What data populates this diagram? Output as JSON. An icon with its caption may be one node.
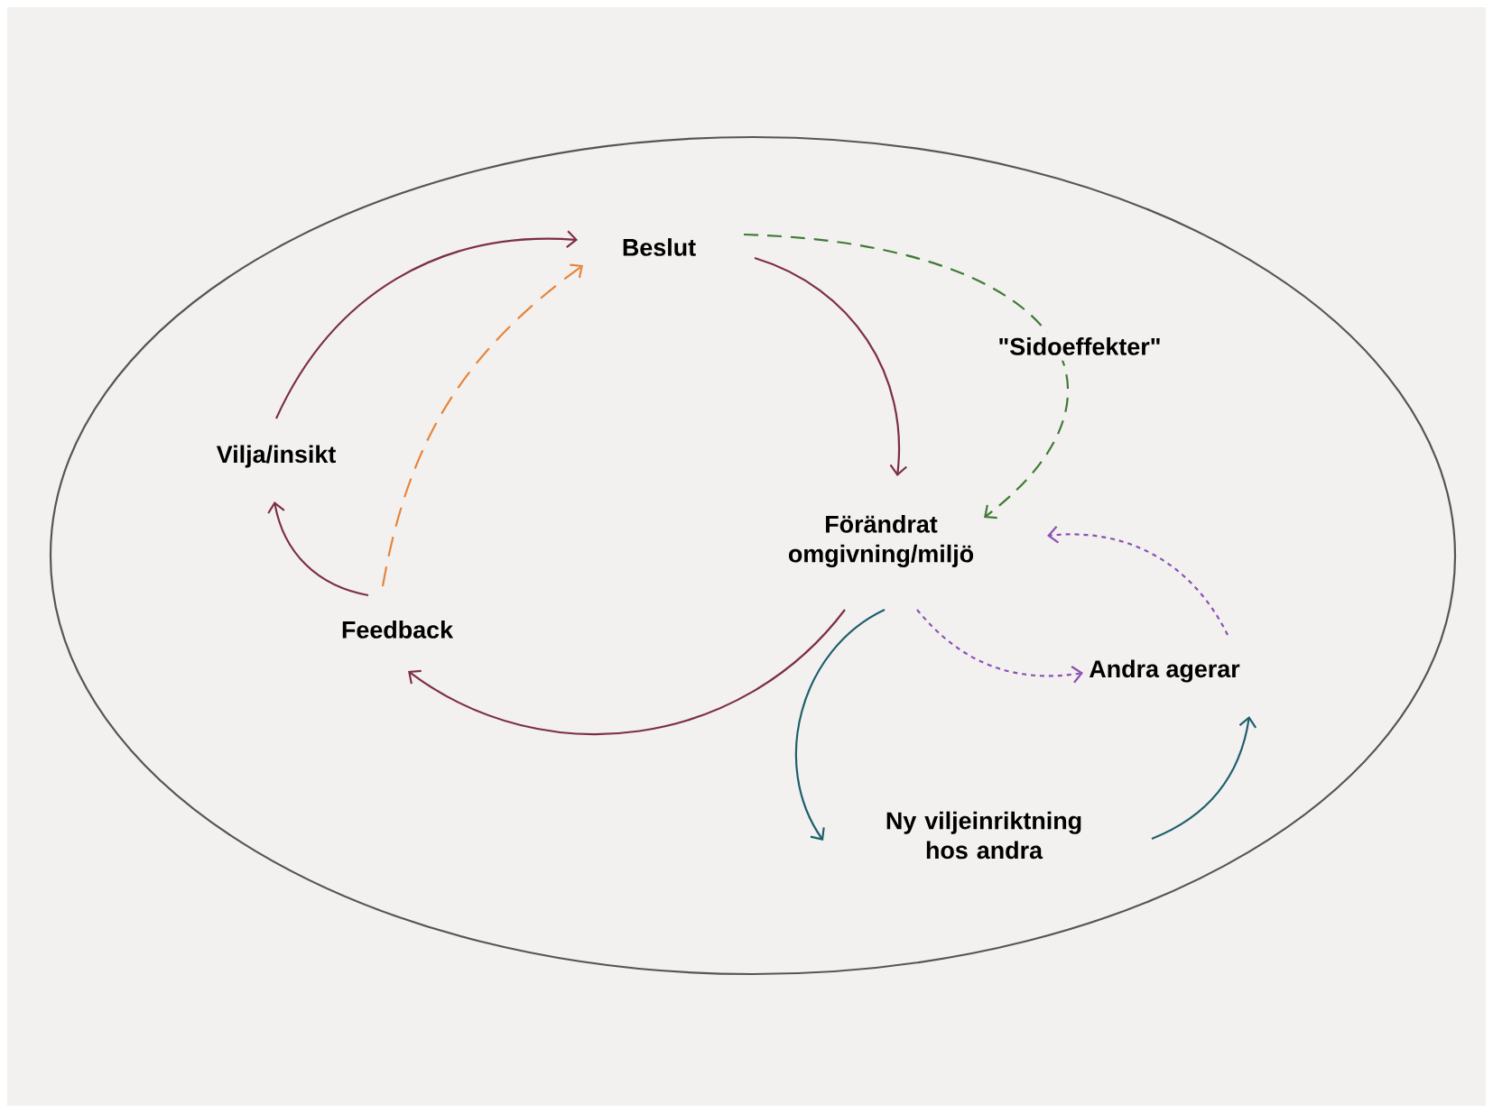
{
  "diagram": {
    "nodes": [
      {
        "text": [],
        "shape": "ellipse"
      },
      {
        "text": [
          "Beslut"
        ],
        "in": 0
      },
      {
        "text": [
          "Vilja/insikt"
        ],
        "in": 0
      },
      {
        "text": [
          "Feedback"
        ],
        "in": 0
      },
      {
        "text": [
          "Förändrat omgivning/miljö"
        ],
        "in": 0
      },
      {
        "text": [
          "Andra agerar"
        ],
        "in": 0
      },
      {
        "text": [
          "Ny viljeinriktning hos andra"
        ],
        "in": 0
      }
    ],
    "edges": [
      {
        "from": 2,
        "to": 1,
        "arrow": "to"
      },
      {
        "from": 3,
        "to": 1,
        "arrow": "to",
        "style": "dashed",
        "color": "#e8843a"
      },
      {
        "from": 3,
        "to": 2,
        "arrow": "to"
      },
      {
        "from": 1,
        "to": 4,
        "arrow": "to"
      },
      {
        "from": 1,
        "to": 4,
        "arrow": "to",
        "label": "\"Sidoeffekter\"",
        "style": "dashed",
        "color": "#3f7a35"
      },
      {
        "from": 4,
        "to": 3,
        "arrow": "to"
      },
      {
        "from": 4,
        "to": 6,
        "arrow": "to",
        "color": "#1f5f6e"
      },
      {
        "from": 4,
        "to": 5,
        "arrow": "to",
        "style": "dashed",
        "color": "#8d4fb5"
      },
      {
        "from": 5,
        "to": 4,
        "arrow": "to",
        "style": "dashed",
        "color": "#8d4fb5"
      },
      {
        "from": 6,
        "to": 5,
        "arrow": "to",
        "color": "#1f5f6e"
      }
    ]
  }
}
